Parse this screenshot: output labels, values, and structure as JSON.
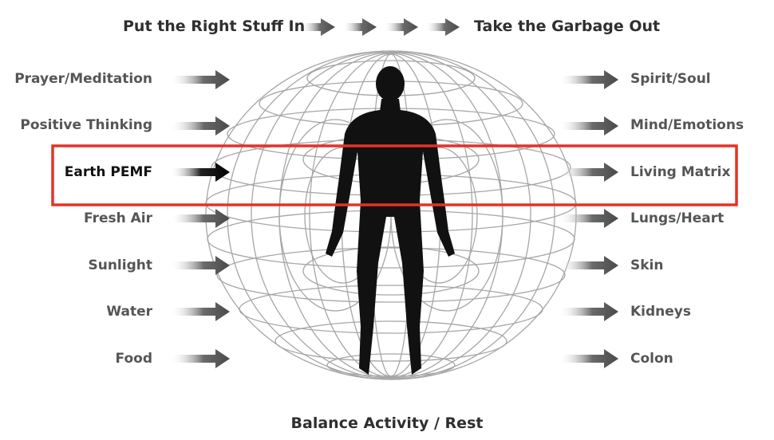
{
  "header": {
    "left": "Put the Right Stuff In",
    "right": "Take the Garbage Out"
  },
  "inputs": [
    "Prayer/Meditation",
    "Positive Thinking",
    "Earth PEMF",
    "Fresh Air",
    "Sunlight",
    "Water",
    "Food"
  ],
  "outputs": [
    "Spirit/Soul",
    "Mind/Emotions",
    "Living Matrix",
    "Lungs/Heart",
    "Skin",
    "Kidneys",
    "Colon"
  ],
  "footer": "Balance Activity / Rest",
  "highlight": {
    "row": "Earth PEMF",
    "color": "#e53227"
  },
  "colors": {
    "arrow": "#5f5f5f",
    "arrow_highlight": "#000000",
    "field_lines": "#a6a6a6",
    "figure": "#111111"
  }
}
